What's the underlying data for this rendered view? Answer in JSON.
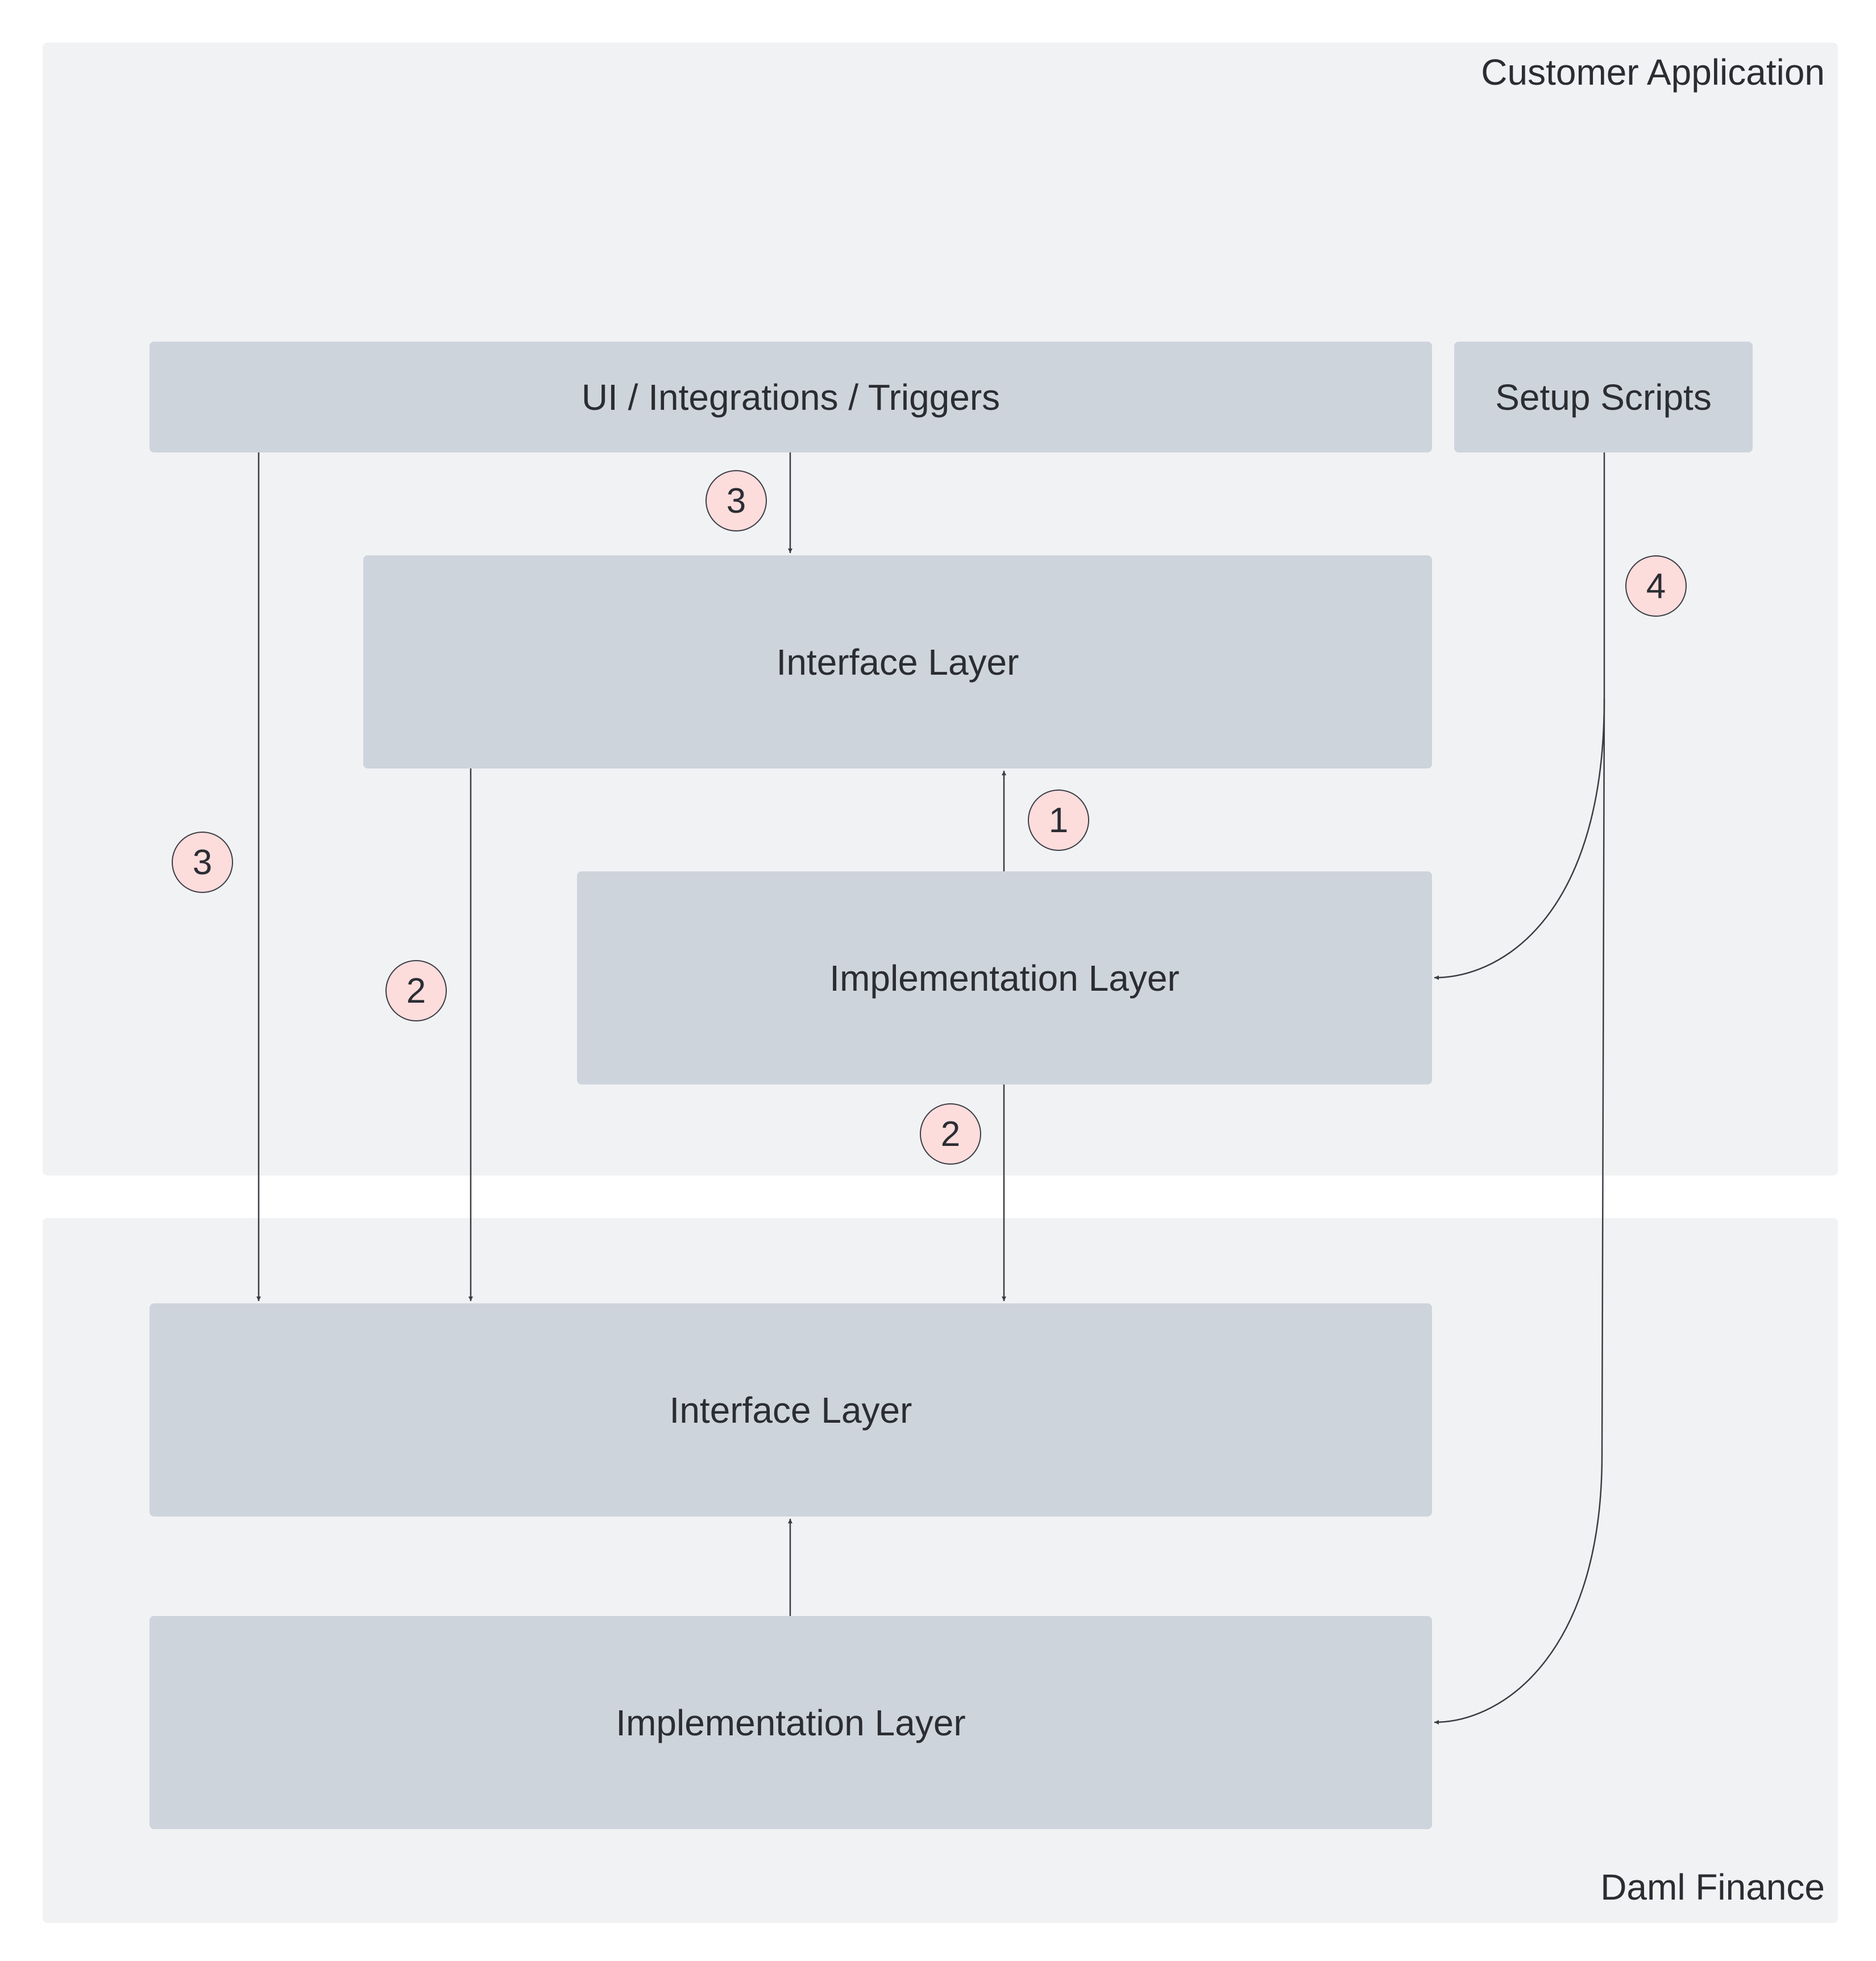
{
  "regions": {
    "customer_application": "Customer Application",
    "daml_finance": "Daml Finance"
  },
  "boxes": {
    "ui_integrations": "UI / Integrations / Triggers",
    "setup_scripts": "Setup Scripts",
    "customer_interface_layer": "Interface Layer",
    "customer_implementation_layer": "Implementation Layer",
    "daml_interface_layer": "Interface Layer",
    "daml_implementation_layer": "Implementation Layer"
  },
  "badges": {
    "ui_to_interface": "3",
    "ui_to_daml_interface": "3",
    "setup_scripts": "4",
    "implementation_to_interface": "1",
    "interface_to_daml_interface": "2",
    "implementation_to_daml_interface": "2"
  },
  "colors": {
    "region_bg": "#f1f2f4",
    "box_bg": "#ced4dc",
    "badge_bg": "#fddcdc",
    "line": "#3b3d45",
    "text": "#2b2d33"
  }
}
